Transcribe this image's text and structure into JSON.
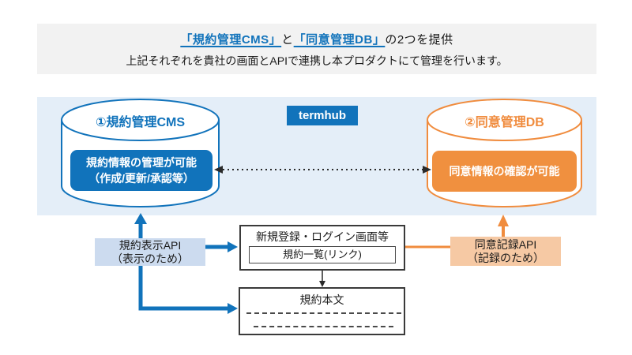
{
  "header": {
    "line1": {
      "link1": "「規約管理CMS」",
      "mid": "と",
      "link2": "「同意管理DB」",
      "tail": "の2つを提供"
    },
    "line2": "上記それぞれを貴社の画面とAPIで連携し本プロダクトにて管理を行います。"
  },
  "product_badge": "termhub",
  "cms": {
    "title": "①規約管理CMS",
    "capability_line1": "規約情報の管理が可能",
    "capability_line2": "（作成/更新/承認等）"
  },
  "consent_db": {
    "title": "②同意管理DB",
    "capability": "同意情報の確認が可能"
  },
  "terms_display_api": {
    "line1": "規約表示API",
    "line2": "（表示のため）"
  },
  "consent_record_api": {
    "line1": "同意記録API",
    "line2": "（記録のため）"
  },
  "registration_screen": {
    "title": "新規登録・ログイン画面等",
    "link_item": "規約一覧(リンク)"
  },
  "terms_body": {
    "title": "規約本文"
  },
  "colors": {
    "blue": "#1173bb",
    "orange": "#f08c3e",
    "panel_blue": "#e4eef8",
    "api_blue": "#ccdbef",
    "api_orange": "#f6c9a4",
    "header_gray": "#f2f2f2"
  }
}
